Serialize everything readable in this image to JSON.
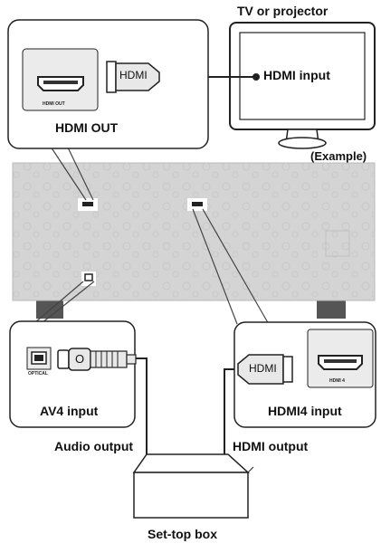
{
  "tv": {
    "title": "TV or projector",
    "input_label": "HDMI input",
    "example_note": "(Example)"
  },
  "hdmi_out_box": {
    "port_caption": "HDMI OUT",
    "title": "HDMI OUT",
    "plug_text": "HDMI"
  },
  "av4_box": {
    "port_caption": "OPTICAL",
    "title": "AV4 input",
    "plug_text": "O"
  },
  "hdmi4_box": {
    "port_caption": "HDMI 4",
    "title": "HDMI4 input",
    "plug_text": "HDMI"
  },
  "settop": {
    "audio_output": "Audio output",
    "hdmi_output": "HDMI output",
    "label": "Set-top box"
  },
  "colors": {
    "panel": "#d4d4d4",
    "line": "#333333",
    "plug_fill": "#e8e8e8",
    "box_fill": "#ebebeb"
  }
}
